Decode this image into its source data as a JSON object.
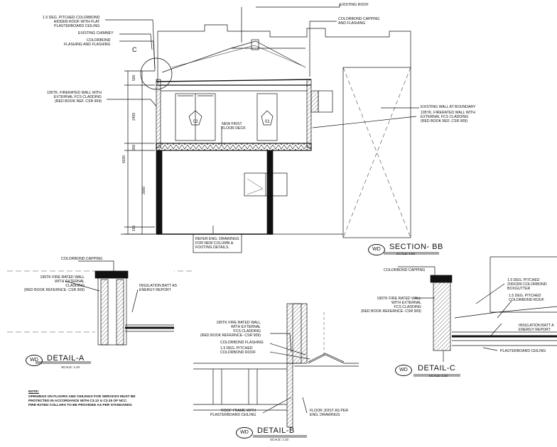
{
  "section": {
    "labels": {
      "roof_type": "1.5 DEG. PITCHED COLORBOND\nHIDDEN ROOF WITH FLAT\nPLASTERBOARD CEILING",
      "chimney": "EXISTING CHIMNEY",
      "flashing": "COLORBOND\nFLASHING AND FLASHING",
      "wall_left": "195TK. FIRERATED WALL WITH\nEXTERNAL FCS CLADDING\n(RED BOOK REF. CSR 909)",
      "existing_roof": "EXISTING ROOF",
      "capping": "COLORBOND CAPPING\nAND FLASHING",
      "existing_wall": "EXISTING WALL AT BOUNDARY",
      "wall_right": "195TK. FIRERATED WALL WITH\nEXTERNAL FCS CLADDING\n(RED BOOK REF. CSR 909)",
      "new_deck": "NEW FIRST\nFLOOR DECK",
      "eng_ref": "REFER ENG. DRAWINGS\nFOR NEW COLUMN &\nFOOTING DETAILS."
    },
    "callout": "C",
    "dims": {
      "d1": "500",
      "d2": "2455",
      "d3": "300",
      "d4": "6030",
      "d5": "3000",
      "d6": "150"
    },
    "doors": [
      {
        "num": "02"
      },
      {
        "num": "01"
      }
    ],
    "title": "SECTION- BB",
    "bubble": "WD",
    "scale": "SCALE: 1:50"
  },
  "detail_a": {
    "capping": "COLORBOND CAPPING",
    "wall": "195TK FIRE RATED WALL\nWITH EXTERNAL\nCLADDING\n(RED BOOK REFERNCE- CSR 909)",
    "insulation": "INSULATION BATT AS\nENERGY REPORT",
    "title": "DETAIL-A",
    "bubble": "WD",
    "scale": "SCALE: 1:10"
  },
  "detail_b": {
    "wall": "195TK FIRE RATED WALL\nWITH EXTERNAL\nFCS CLADDING\n(RED BOOK REFERNCE- CSR 909)",
    "flashing": "COLORBOND FLASHING",
    "roof": "1.5 DEG. PITCHED\nCOLORBOND ROOF",
    "frame": "ROOF FRAME WITH\nPLASTERBOARD CEILING",
    "joist": "FLOOR JOIST AS PER\nENG. DRAWINGS",
    "title": "DETAIL-B",
    "bubble": "WD",
    "scale": "SCALE: 1:10"
  },
  "detail_c": {
    "capping": "COLORBOND CAPPING",
    "wall": "195TK FIRE RATED WALL\nWITH EXTERNAL\nFCS CLADDING\n(RED BOOK REFERNCE- CSR 909)",
    "gutter": "1.5 DEG. PITCHED\n200X300 COLORBOND\nBOXGUTTER",
    "roof": "1.5 DEG. PITCHED\nCOLORBOND ROOF",
    "insulation": "INSULATION BATT A\nENERGY REPORT",
    "ceiling": "PLASTERBOARD CEILING",
    "title": "DETAIL-C",
    "bubble": "WD",
    "scale": "SCALE: 1:10"
  },
  "note": {
    "heading": "NOTE:",
    "text": "OPENINGS ON FLOORS AND CEILINGS FOR SERVICES MUST BE\nPROTECTED IN ACCORDANCE WITH C3.12 & C3.15 OF NCC.\nFIRE RATED COLLARS TO BE PROVIDED AS PER STANDARDS."
  }
}
